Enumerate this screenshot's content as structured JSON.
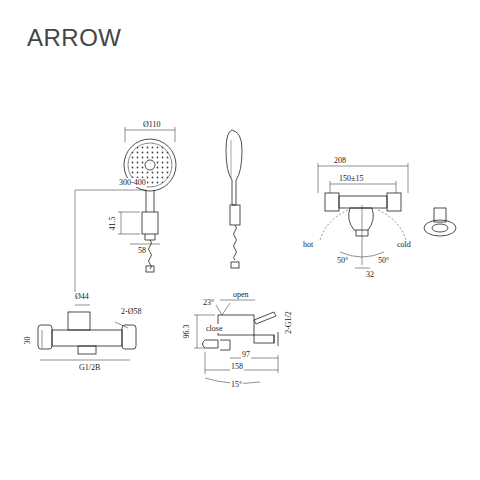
{
  "diagram": {
    "title": "ARROW",
    "labels": [
      "Ø110",
      "300-400",
      "41.5",
      "58",
      "208",
      "150±15",
      "hot",
      "cold",
      "50°",
      "50°",
      "32",
      "Ø44",
      "2-Ø58",
      "30",
      "G1/2B",
      "open",
      "23°",
      "close",
      "96.3",
      "2-G1/2",
      "97",
      "158",
      "15°"
    ]
  }
}
